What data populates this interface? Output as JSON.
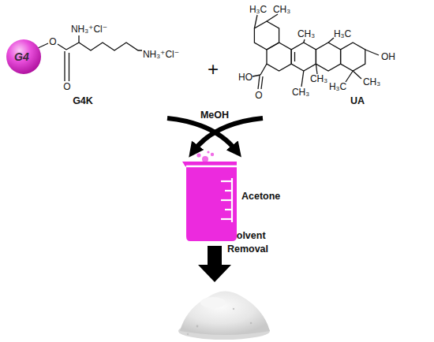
{
  "diagram": {
    "nodes": [
      {
        "text": [
          "G4"
        ]
      },
      {
        "text": [
          "Acetone"
        ]
      }
    ],
    "labels": [
      "NH₃⁺Cl⁻",
      "O",
      "NH₃⁺Cl⁻",
      "O",
      "G4K",
      "+",
      "H₃C",
      "CH₃",
      "CH₃",
      "H₃C",
      "OH",
      "HO",
      "CH₃",
      "CH₃",
      "H₃C",
      "CH₃",
      "O",
      "UA",
      "MeOH",
      "Solvent Removal"
    ]
  }
}
